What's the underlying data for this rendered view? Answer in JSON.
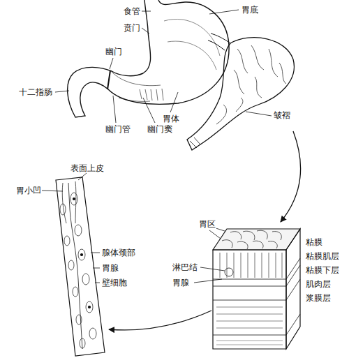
{
  "diagram": {
    "labels": [
      "食管",
      "胃底",
      "贲门",
      "幽门",
      "十二指肠",
      "胃体",
      "幽门管",
      "幽门窦",
      "皱褶",
      "表面上皮",
      "胃小凹",
      "腺体颈部",
      "胃腺",
      "壁细胞",
      "胃区",
      "粘膜",
      "粘膜肌层",
      "粘膜下层",
      "肌肉层",
      "浆膜层",
      "淋巴结",
      "胃腺"
    ]
  }
}
